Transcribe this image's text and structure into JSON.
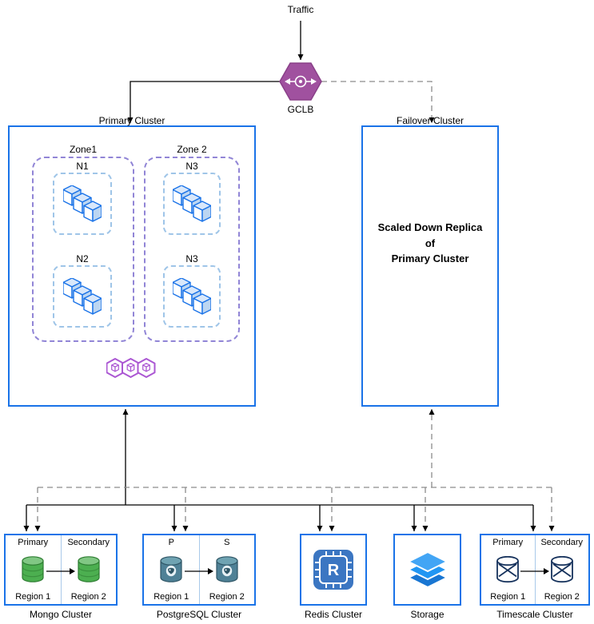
{
  "diagram": {
    "traffic_label": "Traffic",
    "gclb": {
      "label": "GCLB"
    },
    "primary_cluster": {
      "title": "Primary Cluster",
      "zones": [
        {
          "label": "Zone1",
          "nodes": [
            {
              "label": "N1"
            },
            {
              "label": "N2"
            }
          ]
        },
        {
          "label": "Zone 2",
          "nodes": [
            {
              "label": "N3"
            },
            {
              "label": "N3"
            }
          ]
        }
      ]
    },
    "failover_cluster": {
      "title": "Failover Cluster",
      "body": "Scaled Down Replica\nof\nPrimary Cluster"
    },
    "databases": [
      {
        "name": "Mongo Cluster",
        "left_role": "Primary",
        "right_role": "Secondary",
        "left_region": "Region 1",
        "right_region": "Region 2"
      },
      {
        "name": "PostgreSQL Cluster",
        "left_role": "P",
        "right_role": "S",
        "left_region": "Region 1",
        "right_region": "Region 2"
      },
      {
        "name": "Redis Cluster",
        "icon_letter": "R"
      },
      {
        "name": "Storage"
      },
      {
        "name": "Timescale Cluster",
        "left_role": "Primary",
        "right_role": "Secondary",
        "left_region": "Region 1",
        "right_region": "Region 2"
      }
    ],
    "icons": [
      "load-balancer-icon",
      "container-pods-icon",
      "hexagon-pods-icon",
      "mongo-database-icon",
      "postgres-database-icon",
      "redis-chip-icon",
      "storage-stack-icon",
      "timescale-database-icon",
      "replication-arrow-icon"
    ]
  },
  "colors": {
    "cluster_border": "#1a73e8",
    "zone_border": "#9185d6",
    "node_border": "#9fc5e8",
    "gclb_fill": "#a0519f",
    "gclb_stroke": "#8a4089",
    "hex_purple": "#ab57d3",
    "mongo_green": "#4caf50",
    "mongo_dark": "#2e7d32",
    "pg_teal": "#4f8196",
    "pg_dark": "#2f5666",
    "redis_blue": "#3b76c2",
    "storage_blue": "#2196f3",
    "timescale_navy": "#16325c",
    "dashed_gray": "#8c8c8c",
    "line_black": "#000000",
    "divider_blue": "#a9c9ea"
  }
}
